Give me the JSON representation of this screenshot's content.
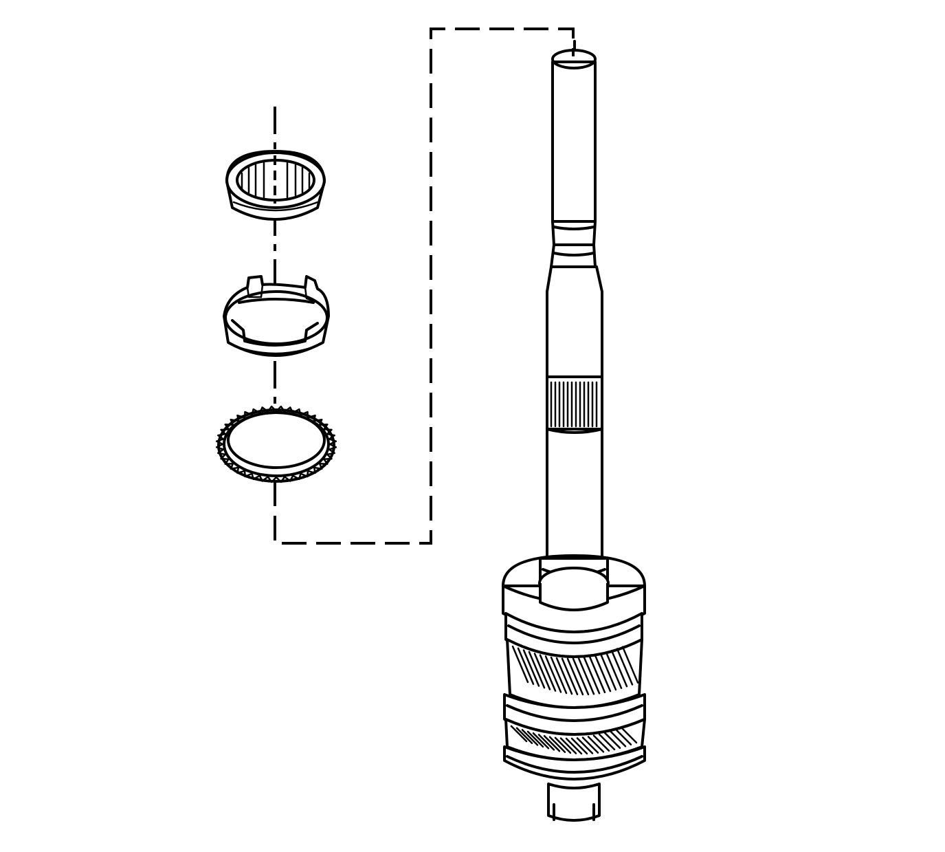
{
  "diagram": {
    "kind": "exploded-parts-illustration",
    "labels": [],
    "colors": {
      "background": "#ffffff",
      "line": "#000000"
    },
    "parts": [
      {
        "name": "needle-bearing",
        "count": 1
      },
      {
        "name": "blocker-ring",
        "count": 1
      },
      {
        "name": "synchronizer-ring",
        "count": 1
      },
      {
        "name": "shaft-with-gear-cluster",
        "count": 1
      }
    ],
    "connectors": [
      {
        "name": "assembly-path",
        "style": "dashed"
      }
    ]
  }
}
